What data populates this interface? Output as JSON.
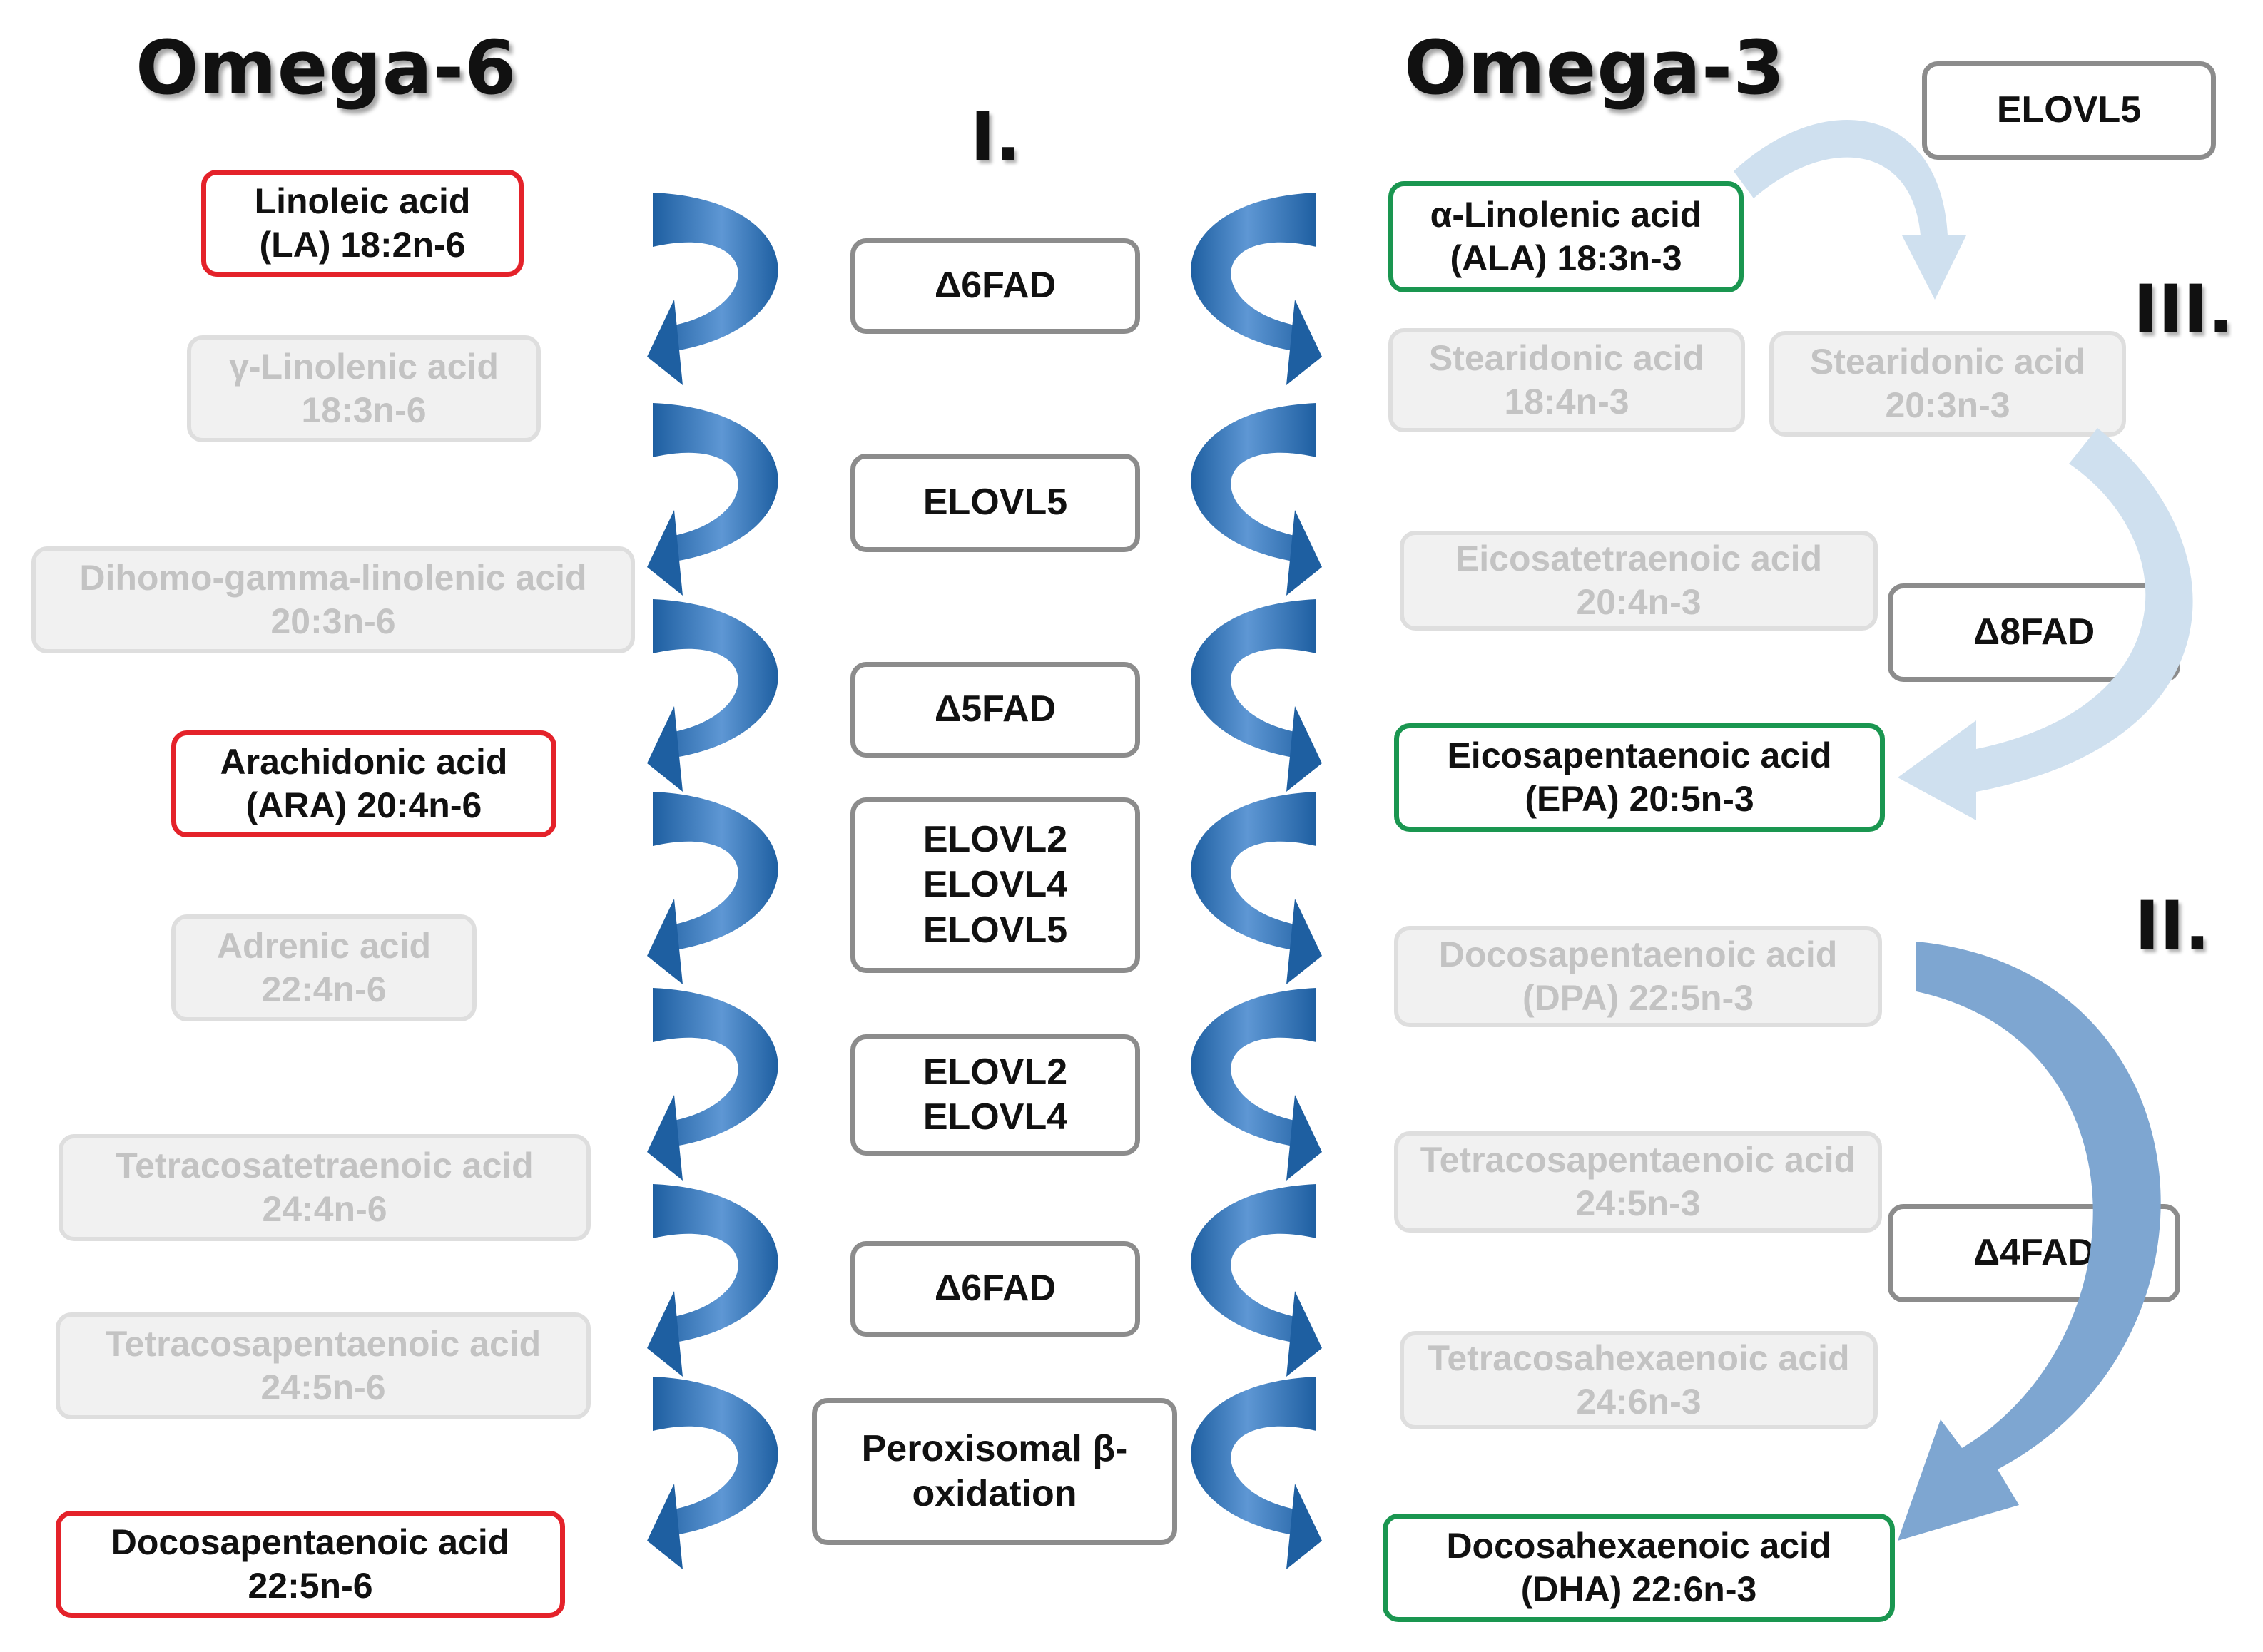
{
  "headings": {
    "omega6": "Omega-6",
    "omega3": "Omega-3"
  },
  "pathway_labels": {
    "i": "I.",
    "ii": "II.",
    "iii": "III."
  },
  "omega6": [
    {
      "line1": "Linoleic acid",
      "line2": "(LA) 18:2n-6",
      "style": "highlight-red"
    },
    {
      "line1": "γ-Linolenic acid",
      "line2": "18:3n-6",
      "style": "faded"
    },
    {
      "line1": "Dihomo-gamma-linolenic acid",
      "line2": "20:3n-6",
      "style": "faded"
    },
    {
      "line1": "Arachidonic acid",
      "line2": "(ARA) 20:4n-6",
      "style": "highlight-red"
    },
    {
      "line1": "Adrenic acid",
      "line2": "22:4n-6",
      "style": "faded"
    },
    {
      "line1": "Tetracosatetraenoic acid",
      "line2": "24:4n-6",
      "style": "faded"
    },
    {
      "line1": "Tetracosapentaenoic acid",
      "line2": "24:5n-6",
      "style": "faded"
    },
    {
      "line1": "Docosapentaenoic acid",
      "line2": "22:5n-6",
      "style": "highlight-red"
    }
  ],
  "omega3": [
    {
      "line1": "α-Linolenic acid",
      "line2": "(ALA) 18:3n-3",
      "style": "highlight-green"
    },
    {
      "line1": "Stearidonic acid",
      "line2": "18:4n-3",
      "style": "faded"
    },
    {
      "line1": "Eicosatetraenoic acid",
      "line2": "20:4n-3",
      "style": "faded"
    },
    {
      "line1": "Eicosapentaenoic acid",
      "line2": "(EPA) 20:5n-3",
      "style": "highlight-green"
    },
    {
      "line1": "Docosapentaenoic acid",
      "line2": "(DPA) 22:5n-3",
      "style": "faded"
    },
    {
      "line1": "Tetracosapentaenoic acid",
      "line2": "24:5n-3",
      "style": "faded"
    },
    {
      "line1": "Tetracosahexaenoic acid",
      "line2": "24:6n-3",
      "style": "faded"
    },
    {
      "line1": "Docosahexaenoic acid",
      "line2": "(DHA) 22:6n-3",
      "style": "highlight-green"
    }
  ],
  "side_acid": {
    "line1": "Stearidonic acid",
    "line2": "20:3n-3",
    "style": "faded"
  },
  "enzymes_center": [
    [
      "Δ6FAD"
    ],
    [
      "ELOVL5"
    ],
    [
      "Δ5FAD"
    ],
    [
      "ELOVL2",
      "ELOVL4",
      "ELOVL5"
    ],
    [
      "ELOVL2",
      "ELOVL4"
    ],
    [
      "Δ6FAD"
    ],
    [
      "Peroxisomal β-",
      "oxidation"
    ]
  ],
  "enzymes_side": {
    "elovl5": "ELOVL5",
    "d8fad": "Δ8FAD",
    "d4fad": "Δ4FAD"
  },
  "colors": {
    "arrow_main": "#1e5fa1",
    "arrow_highlight": "#5e97d4",
    "arrow_light": "#cfe0ef",
    "arrow_mid": "#7ea6d1",
    "highlight_red": "#e4222a",
    "highlight_green": "#1a9650",
    "faded_text": "#c3c3c3",
    "enzyme_border": "#8c8c8c"
  }
}
